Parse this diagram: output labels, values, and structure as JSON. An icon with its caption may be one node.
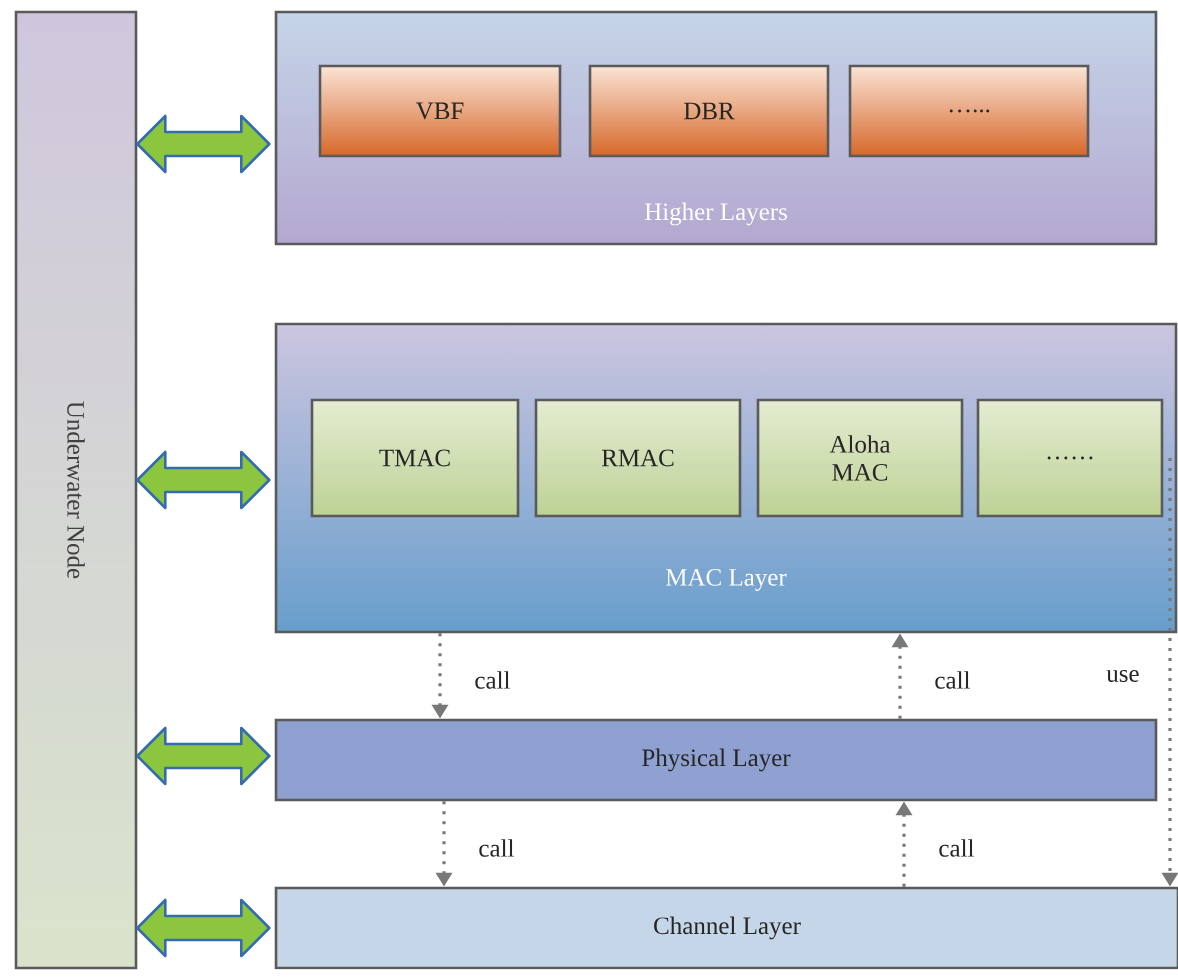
{
  "diagram": {
    "nodes": [
      {
        "text": [
          "Underwater Node"
        ]
      },
      {
        "text": [
          "Higher Layers"
        ]
      },
      {
        "text": [
          "VBF"
        ],
        "in": 1
      },
      {
        "text": [
          "DBR"
        ],
        "in": 1
      },
      {
        "text": [
          "…..."
        ],
        "in": 1
      },
      {
        "text": [
          "MAC Layer"
        ]
      },
      {
        "text": [
          "TMAC"
        ],
        "in": 5
      },
      {
        "text": [
          "RMAC"
        ],
        "in": 5
      },
      {
        "text": [
          "Aloha MAC"
        ],
        "in": 5
      },
      {
        "text": [
          "……"
        ],
        "in": 5
      },
      {
        "text": [
          "Physical Layer"
        ]
      },
      {
        "text": [
          "Channel Layer"
        ]
      }
    ],
    "edges": [
      {
        "from": 0,
        "to": 1,
        "arrow": "both",
        "style": "thick",
        "color": "#8cc63f"
      },
      {
        "from": 0,
        "to": 5,
        "arrow": "both",
        "style": "thick",
        "color": "#8cc63f"
      },
      {
        "from": 0,
        "to": 10,
        "arrow": "both",
        "style": "thick",
        "color": "#8cc63f"
      },
      {
        "from": 0,
        "to": 11,
        "arrow": "both",
        "style": "thick",
        "color": "#8cc63f"
      },
      {
        "from": 5,
        "to": 10,
        "arrow": "to",
        "label": "call",
        "style": "dashed"
      },
      {
        "from": 10,
        "to": 5,
        "arrow": "to",
        "label": "call",
        "style": "dashed"
      },
      {
        "from": 10,
        "to": 11,
        "arrow": "to",
        "label": "call",
        "style": "dashed"
      },
      {
        "from": 11,
        "to": 10,
        "arrow": "to",
        "label": "call",
        "style": "dashed"
      },
      {
        "from": 9,
        "to": 11,
        "arrow": "to",
        "label": "use",
        "style": "dashed"
      }
    ]
  }
}
